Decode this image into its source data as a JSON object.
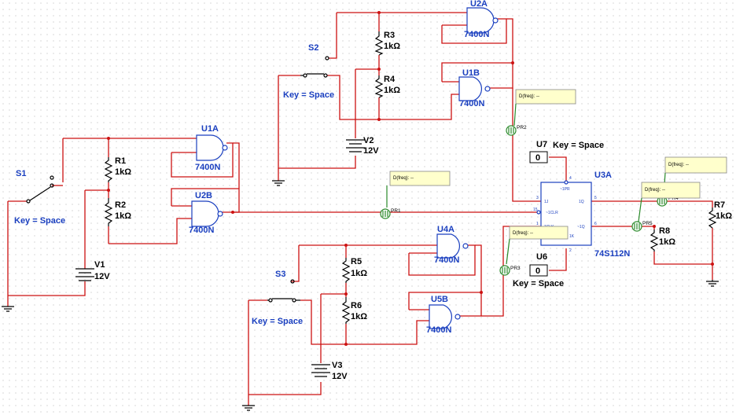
{
  "gates": [
    {
      "ref": "U1A",
      "model": "7400N"
    },
    {
      "ref": "U2B",
      "model": "7400N"
    },
    {
      "ref": "U2A",
      "model": "7400N"
    },
    {
      "ref": "U1B",
      "model": "7400N"
    },
    {
      "ref": "U4A",
      "model": "7400N"
    },
    {
      "ref": "U5B",
      "model": "7400N"
    }
  ],
  "resistors": [
    {
      "ref": "R1",
      "value": "1kΩ"
    },
    {
      "ref": "R2",
      "value": "1kΩ"
    },
    {
      "ref": "R3",
      "value": "1kΩ"
    },
    {
      "ref": "R4",
      "value": "1kΩ"
    },
    {
      "ref": "R5",
      "value": "1kΩ"
    },
    {
      "ref": "R6",
      "value": "1kΩ"
    },
    {
      "ref": "R7",
      "value": "1kΩ"
    },
    {
      "ref": "R8",
      "value": "1kΩ"
    }
  ],
  "sources": [
    {
      "ref": "V1",
      "value": "12V"
    },
    {
      "ref": "V2",
      "value": "12V"
    },
    {
      "ref": "V3",
      "value": "12V"
    }
  ],
  "switches": [
    {
      "ref": "S1",
      "key": "Key = Space"
    },
    {
      "ref": "S2",
      "key": "Key = Space"
    },
    {
      "ref": "S3",
      "key": "Key = Space"
    }
  ],
  "flipflop": {
    "ref": "U3A",
    "model": "74S112N",
    "pins": [
      "~1PR",
      "1J",
      "~1CLR",
      "1CLK",
      "1K",
      "1Q",
      "~1Q"
    ],
    "pin_numbers": [
      "4",
      "3",
      "15",
      "1",
      "2",
      "5",
      "6"
    ]
  },
  "interactive_digits": [
    {
      "ref": "U7",
      "value": "0",
      "key": "Key = Space"
    },
    {
      "ref": "U6",
      "value": "0",
      "key": "Key = Space"
    }
  ],
  "probes": [
    {
      "ref": "PR1",
      "reading": "D(freq): --"
    },
    {
      "ref": "PR2",
      "reading": "D(freq): --"
    },
    {
      "ref": "PR3",
      "reading": "D(freq): --"
    },
    {
      "ref": "PR4",
      "reading": "D(freq): --"
    },
    {
      "ref": "PR5",
      "reading": "D(freq): --"
    }
  ],
  "colors": {
    "wire": "#cc1111",
    "component": "#1a3fbf",
    "probe": "#2a8a2a",
    "grid_dot": "#bdbdbd"
  }
}
